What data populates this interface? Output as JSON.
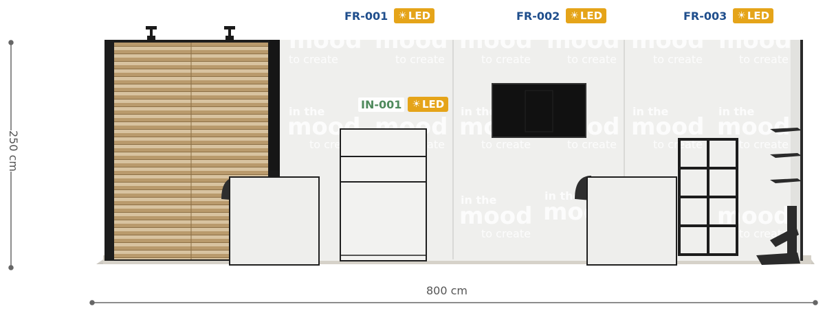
{
  "markers": [
    {
      "code": "FR-001",
      "kind": "fr",
      "badge": "LED"
    },
    {
      "code": "FR-002",
      "kind": "fr",
      "badge": "LED"
    },
    {
      "code": "FR-003",
      "kind": "fr",
      "badge": "LED"
    },
    {
      "code": "IN-001",
      "kind": "in",
      "badge": "LED"
    }
  ],
  "icons": {
    "led": "sun-icon"
  },
  "wall_graphic": {
    "line1": "in the",
    "line2": "mood",
    "line3": "to create"
  },
  "dimensions": {
    "height": "250 cm",
    "width": "800 cm"
  },
  "colors": {
    "fr_code": "#1f4e8c",
    "in_code": "#4f8a5c",
    "led_badge": "#e5a419",
    "wall": "#efefed",
    "slat_wood": "#c9b088",
    "frame_dark": "#1c1c1c",
    "dimension_line": "#666666"
  }
}
